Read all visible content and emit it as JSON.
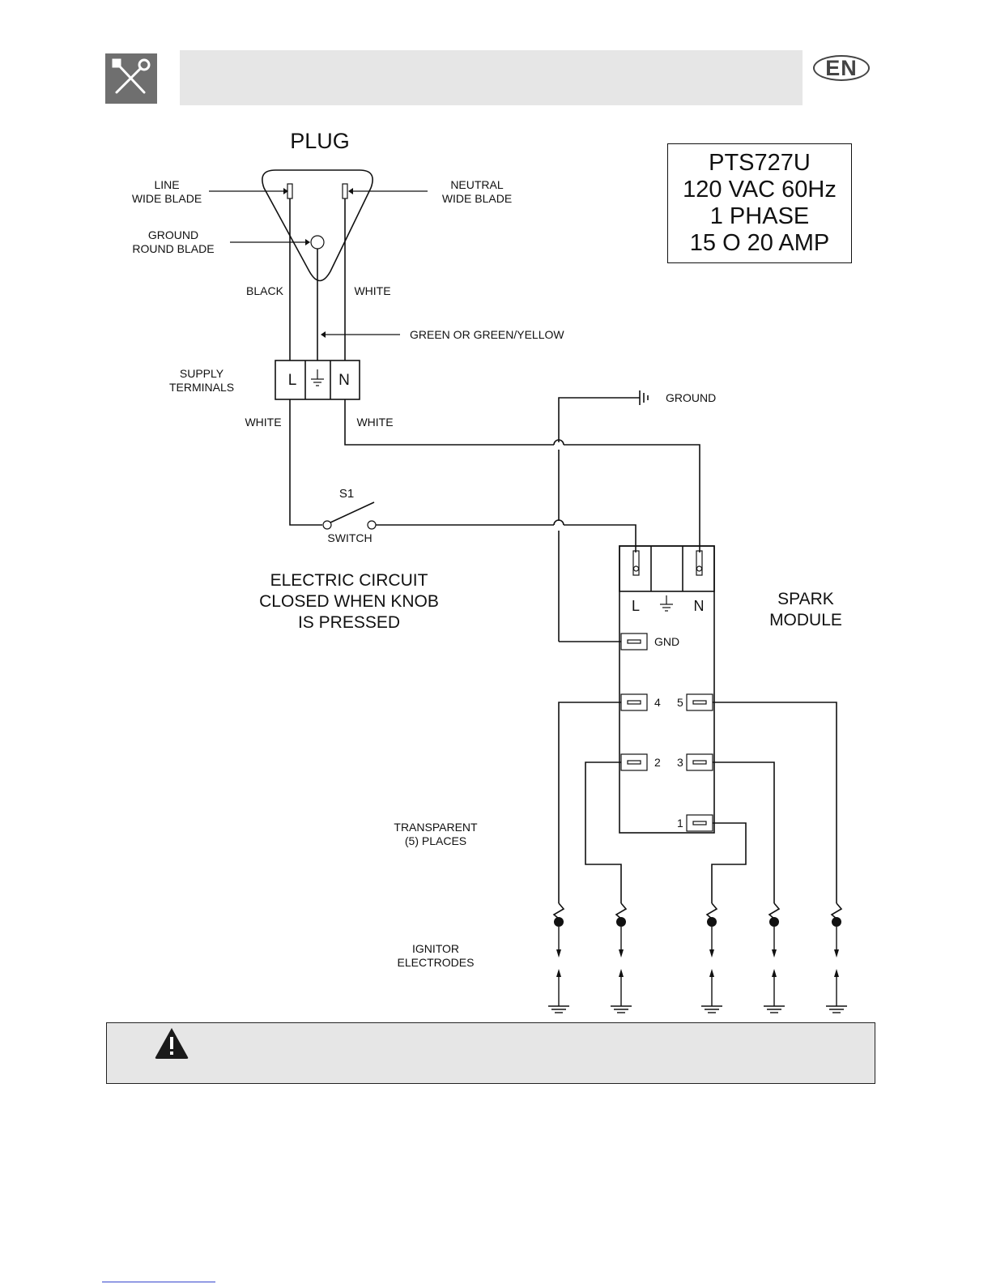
{
  "header": {
    "language_badge": "EN",
    "tool_icon": "wrench-screwdriver-icon"
  },
  "spec": {
    "model": "PTS727U",
    "voltage": "120 VAC 60Hz",
    "phase": "1 PHASE",
    "amperage": "15 O 20 AMP"
  },
  "diagram": {
    "plug_title": "PLUG",
    "line_blade": [
      "LINE",
      "WIDE BLADE"
    ],
    "neutral_blade": [
      "NEUTRAL",
      "WIDE BLADE"
    ],
    "ground_blade": [
      "GROUND",
      "ROUND BLADE"
    ],
    "black": "BLACK",
    "white": "WHITE",
    "green_wire": "GREEN OR GREEN/YELLOW",
    "supply_terminals": [
      "SUPPLY",
      "TERMINALS"
    ],
    "terminal_L": "L",
    "terminal_N": "N",
    "ground": "GROUND",
    "switch_id": "S1",
    "switch_label": "SWITCH",
    "circuit_note": [
      "ELECTRIC CIRCUIT",
      "CLOSED WHEN KNOB",
      "IS PRESSED"
    ],
    "spark_module": [
      "SPARK",
      "MODULE"
    ],
    "gnd": "GND",
    "pins": [
      "4",
      "5",
      "2",
      "3",
      "1"
    ],
    "transparent": [
      "TRANSPARENT",
      "(5) PLACES"
    ],
    "ignitor": [
      "IGNITOR",
      "ELECTRODES"
    ]
  },
  "warning": {
    "icon": "warning-triangle-icon"
  }
}
